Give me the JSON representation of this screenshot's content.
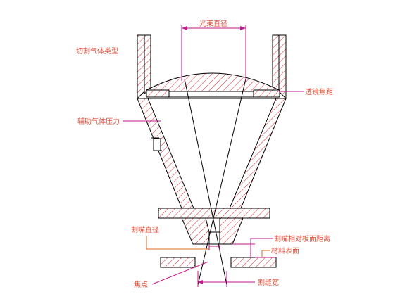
{
  "labels": {
    "beam_diameter": "光束直径",
    "gas_type": "切割气体类型",
    "lens_focal": "透镜焦距",
    "assist_pressure": "辅助气体压力",
    "nozzle_diameter": "割嘴直径",
    "nozzle_height": "割嘴相对板面距离",
    "material_surface": "材料表面",
    "focus_point": "焦点",
    "kerf_width": "割缝宽"
  },
  "colors": {
    "outline": "#000000",
    "hatch": "#d9262c",
    "dimension": "#c21a8a",
    "label": "#e0503a",
    "callout": "#e26a1c"
  }
}
